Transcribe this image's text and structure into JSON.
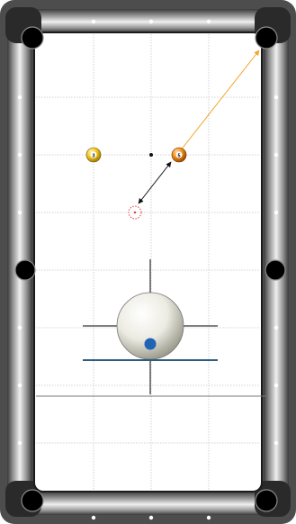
{
  "table": {
    "felt_color": "#ffffff",
    "rail_color": "#6e6e6e",
    "pocket_color": "#000000",
    "grid_color": "#c8c8c8"
  },
  "balls": [
    {
      "label": "3",
      "color": "#f0c419",
      "name": "yellow-3-ball"
    },
    {
      "label": "5",
      "color": "#f08a12",
      "name": "orange-5-ball"
    }
  ],
  "colors": {
    "aim_line": "#f2a32a",
    "cue_path": "#111111",
    "ghost_ball": "#e0403a",
    "cue_tip": "#1e63b4",
    "stroke_line": "#2d5e80"
  },
  "icons": {
    "cue_ball_aim": "cue-ball-aim-icon",
    "ghost_ball": "ghost-ball-icon"
  }
}
